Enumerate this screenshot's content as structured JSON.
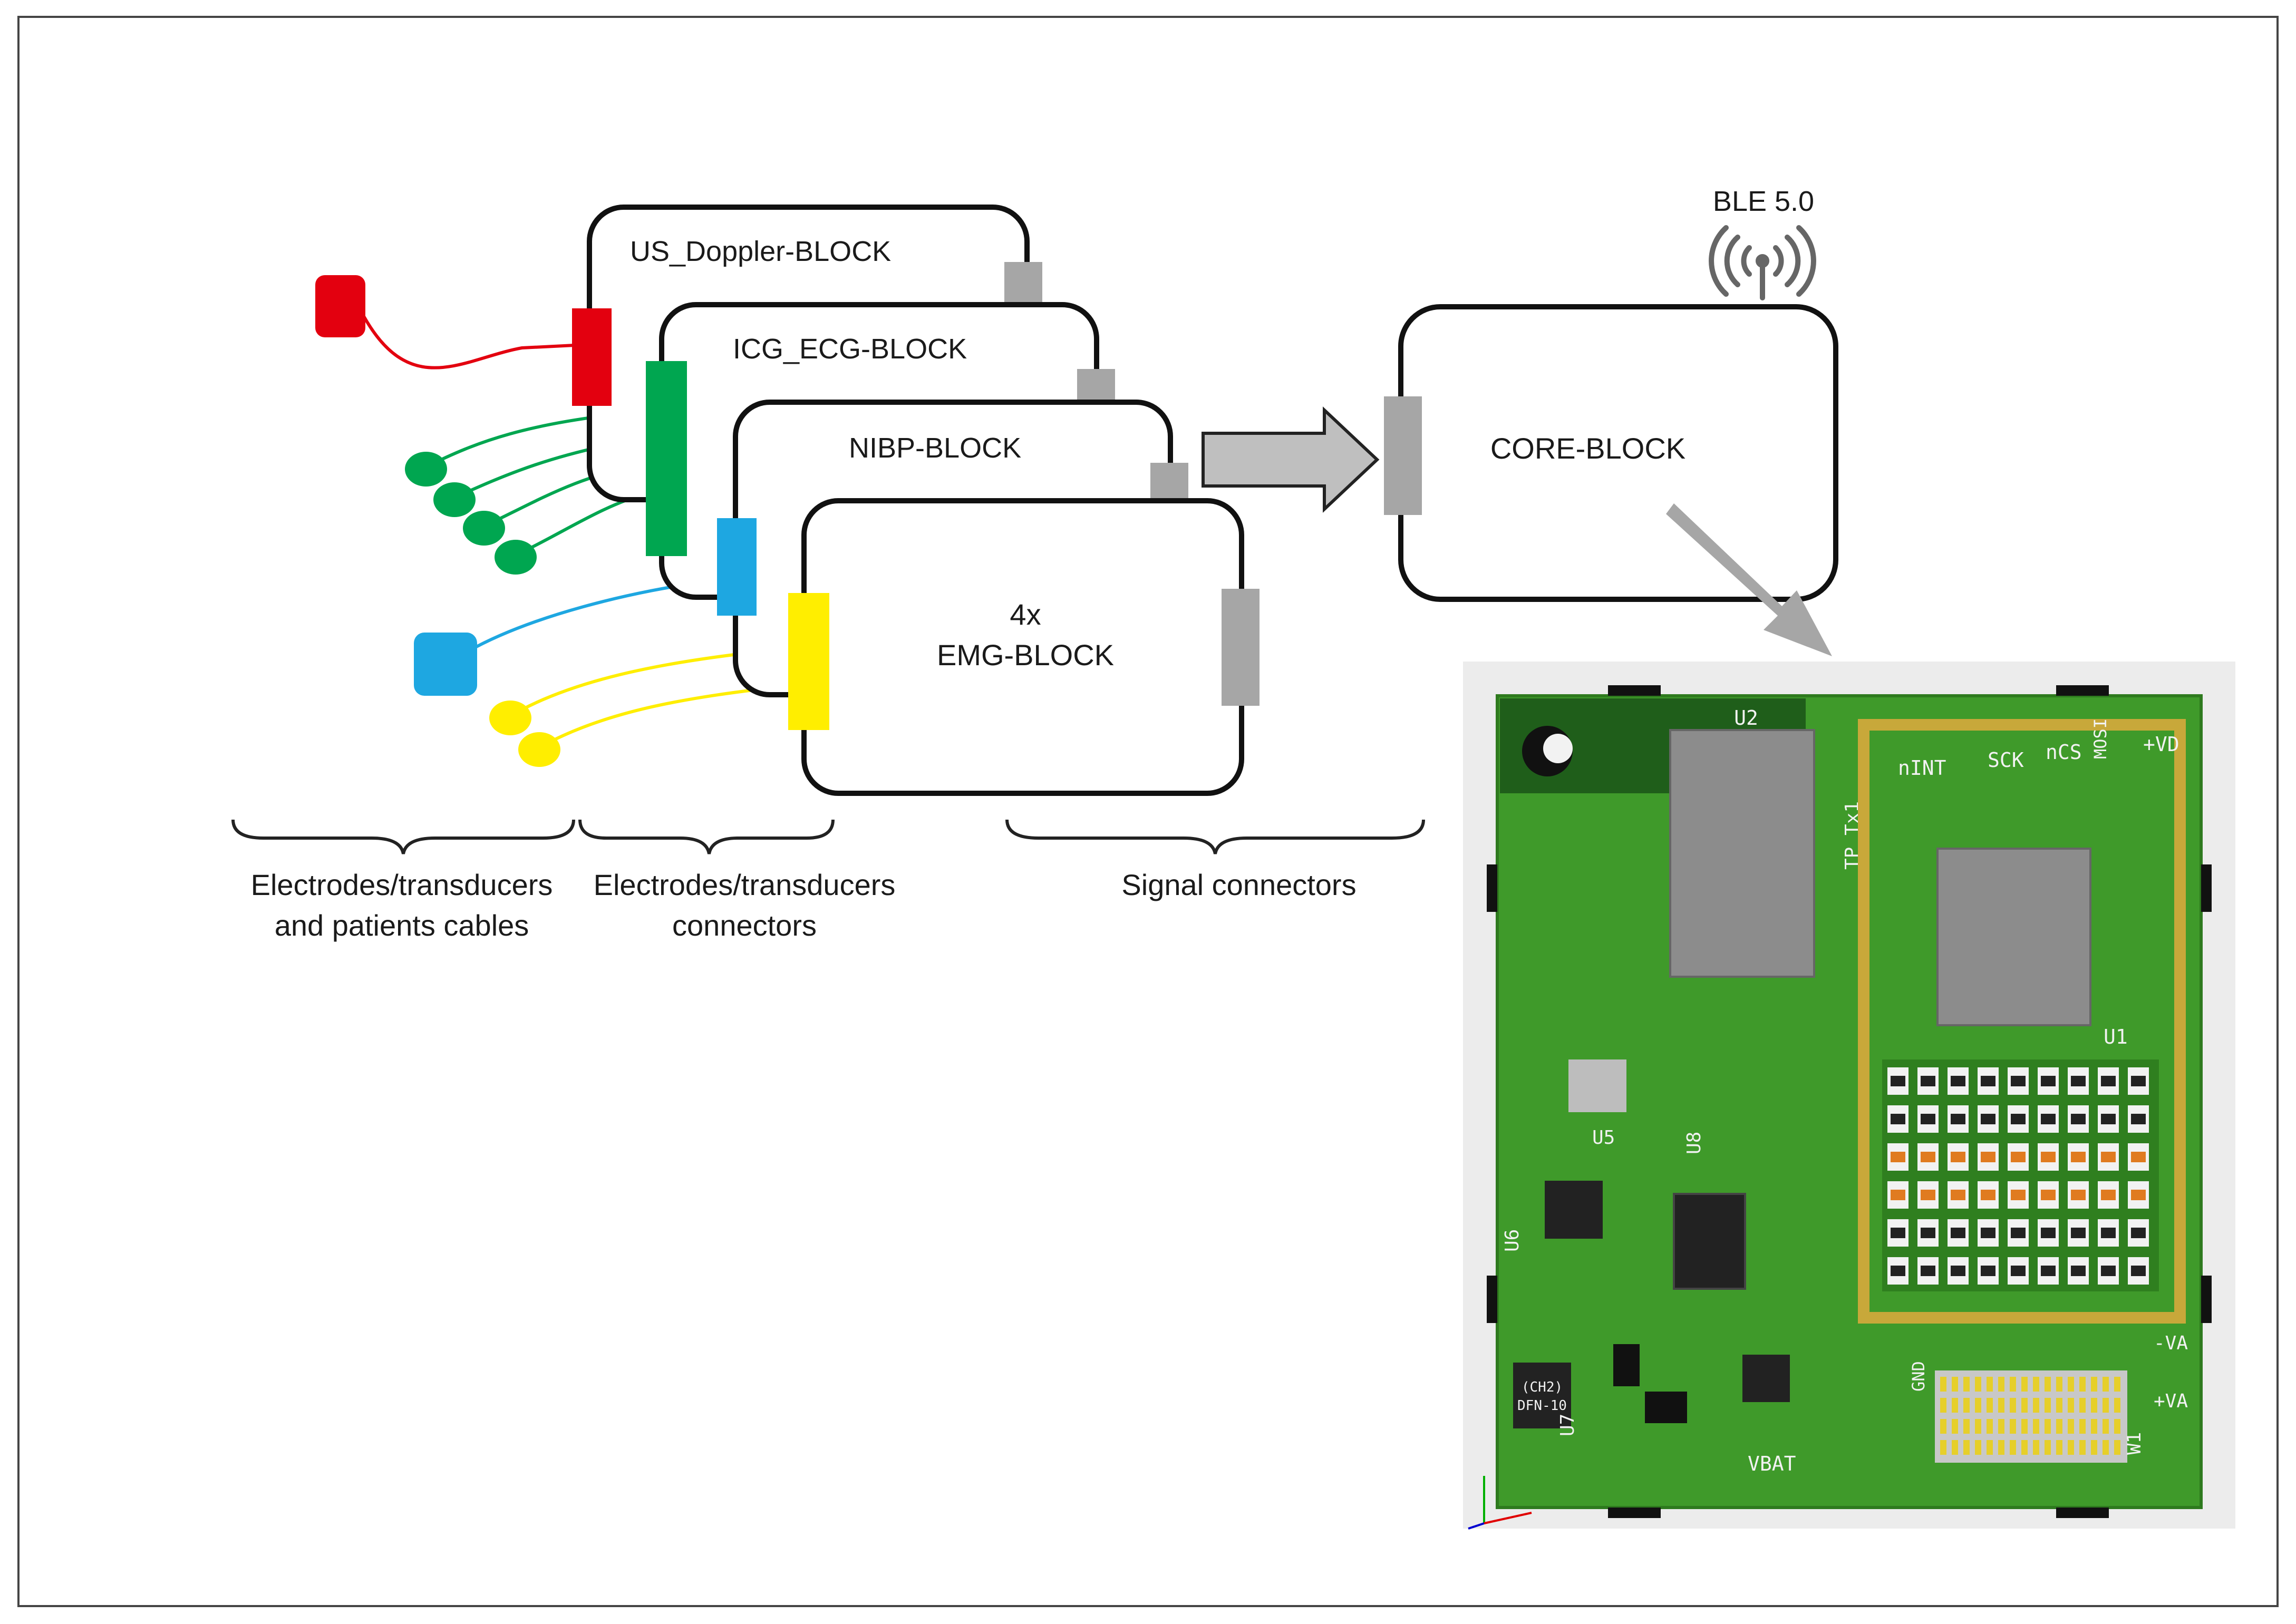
{
  "blocks": {
    "us_doppler": "US_Doppler-BLOCK",
    "icg_ecg": "ICG_ECG-BLOCK",
    "nibp": "NIBP-BLOCK",
    "emg_count": "4x",
    "emg": "EMG-BLOCK",
    "core": "CORE-BLOCK"
  },
  "wireless": {
    "label": "BLE 5.0",
    "icon": "wireless-antenna-icon"
  },
  "legend": {
    "cables_line1": "Electrodes/transducers",
    "cables_line2": "and patients cables",
    "connectors_line1": "Electrodes/transducers",
    "connectors_line2": "connectors",
    "signal": "Signal connectors"
  },
  "pcb": {
    "u2": "U2",
    "tp_tx1": "TP_Tx1",
    "nint": "nINT",
    "sck": "SCK",
    "ncs": "nCS",
    "mosi": "MOSI",
    "plus_vd": "+VD",
    "u1": "U1",
    "u5": "U5",
    "u8": "U8",
    "u6": "U6",
    "u7": "U7",
    "gnd": "GND",
    "minus_va": "-VA",
    "plus_va": "+VA",
    "w1": "W1",
    "vbat": "VBAT",
    "dfn10": "DFN-10",
    "ch2": "(CH2)"
  },
  "colors": {
    "red": "#e3000f",
    "green": "#00a650",
    "blue": "#1ea7e1",
    "yellow": "#ffee00",
    "connector_gray": "#a6a6a6",
    "pcb_green": "#3f9a2a",
    "chip_gray": "#8c8c8c"
  }
}
